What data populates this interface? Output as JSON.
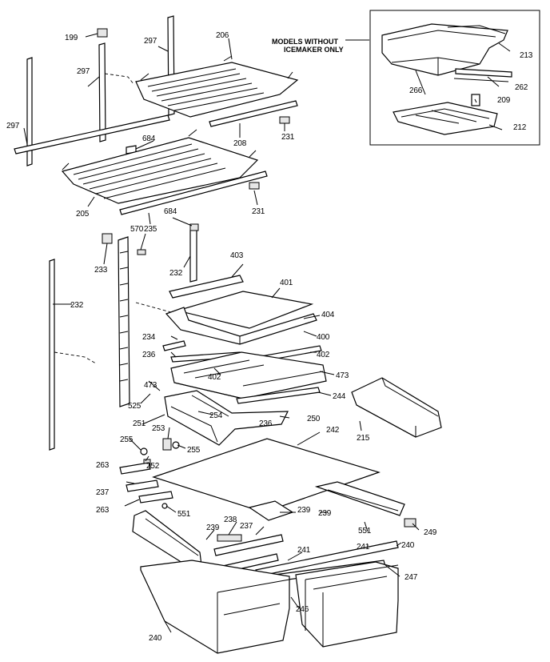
{
  "inset": {
    "header_line1": "MODELS WITHOUT",
    "header_line2": "ICEMAKER ONLY"
  },
  "labels": {
    "l199": "199",
    "l297a": "297",
    "l206": "206",
    "l297b": "297",
    "l297c": "297",
    "l684a": "684",
    "l208": "208",
    "l231a": "231",
    "l205": "205",
    "l235": "235",
    "l231b": "231",
    "l570": "570",
    "l684b": "684",
    "l233": "233",
    "l403": "403",
    "l232a": "232",
    "l401": "401",
    "l232b": "232",
    "l404": "404",
    "l234": "234",
    "l400": "400",
    "l236a": "236",
    "l402a": "402",
    "l402b": "402",
    "l473a": "473",
    "l473b": "473",
    "l525": "525",
    "l244": "244",
    "l251": "251",
    "l254": "254",
    "l236b": "236",
    "l250": "250",
    "l215": "215",
    "l253": "253",
    "l242": "242",
    "l255a": "255",
    "l255b": "255",
    "l263a": "263",
    "l252": "252",
    "l237a": "237",
    "l263b": "263",
    "l551a": "551",
    "l239a": "239",
    "l239b": "239",
    "l238": "238",
    "l237b": "237",
    "l239c": "239",
    "l551b": "551",
    "l249": "249",
    "l241a": "241",
    "l241b": "241",
    "l240a": "240",
    "l247": "247",
    "l246": "246",
    "l240b": "240",
    "l213": "213",
    "l266": "266",
    "l262": "262",
    "l209": "209",
    "l212": "212"
  }
}
